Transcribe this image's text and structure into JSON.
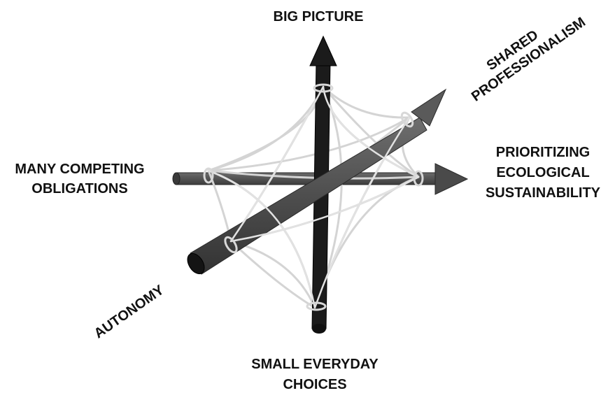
{
  "axes": {
    "vertical": {
      "top_label": "BIG PICTURE",
      "bottom_label_line1": "SMALL EVERYDAY",
      "bottom_label_line2": "CHOICES"
    },
    "horizontal": {
      "left_label_line1": "MANY COMPETING",
      "left_label_line2": "OBLIGATIONS",
      "right_label_line1": "PRIORITIZING",
      "right_label_line2": "ECOLOGICAL",
      "right_label_line3": "SUSTAINABILITY"
    },
    "diagonal": {
      "start_label": "AUTONOMY",
      "end_label_line1": "SHARED",
      "end_label_line2": "PROFESSIONALISM"
    }
  },
  "colors": {
    "vertical_axis": "#1a1a1a",
    "horizontal_axis": "#4d4d4d",
    "diagonal_axis": "#5a5a5a",
    "web_strands": "#d6d6d6",
    "text": "#111111"
  }
}
